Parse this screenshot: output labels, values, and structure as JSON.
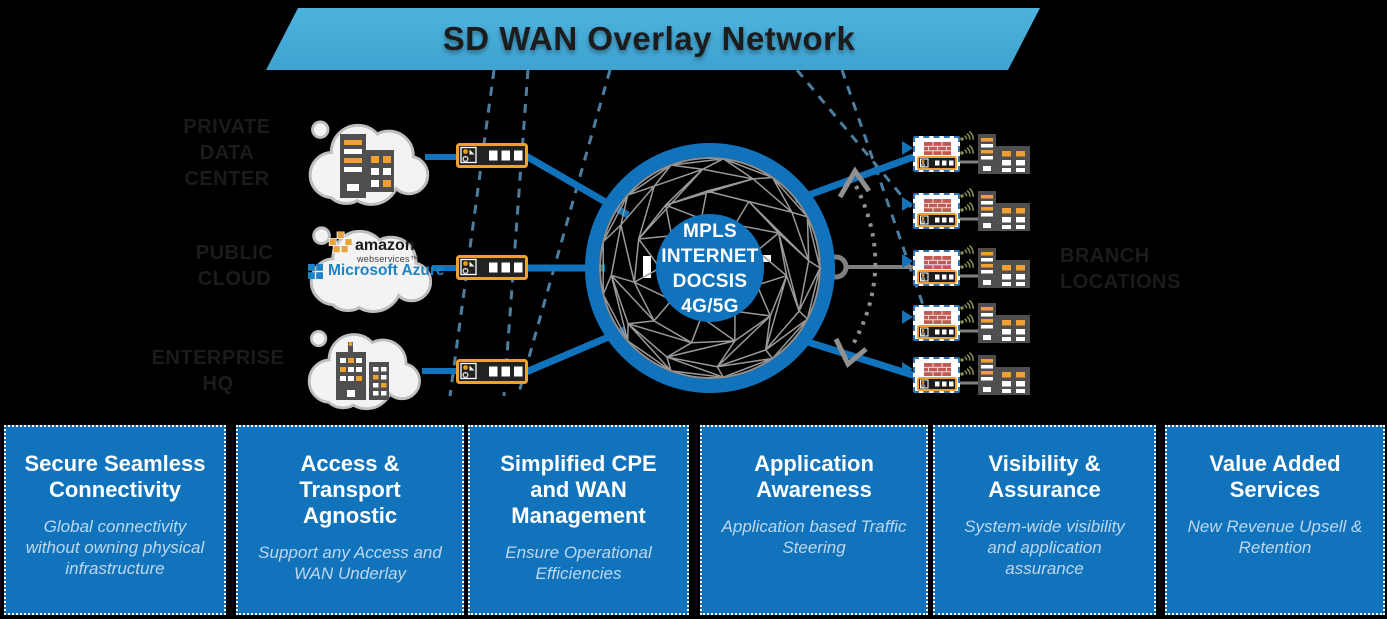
{
  "banner": {
    "title": "SD WAN Overlay Network"
  },
  "globe": {
    "core_services": [
      "MPLS",
      "INTERNET",
      "DOCSIS",
      "4G/5G"
    ]
  },
  "site_labels": {
    "private_data_center": {
      "line1": "PRIVATE",
      "line2": "DATA",
      "line3": "CENTER"
    },
    "public_cloud": {
      "line1": "PUBLIC",
      "line2": "CLOUD"
    },
    "enterprise_hq": {
      "line1": "ENTERPRISE",
      "line2": "HQ"
    },
    "branch_locations": {
      "line1": "BRANCH",
      "line2": "LOCATIONS"
    }
  },
  "public_cloud_logos": {
    "amazon": "amazon",
    "amazon_sub": "webservices™",
    "azure": "Microsoft Azure"
  },
  "features": [
    {
      "title": "Secure Seamless Connectivity",
      "subtitle": "Global connectivity without owning physical infrastructure"
    },
    {
      "title": "Access & Transport Agnostic",
      "subtitle": "Support any Access and WAN Underlay"
    },
    {
      "title": "Simplified CPE and WAN Management",
      "subtitle": "Ensure Operational Efficiencies"
    },
    {
      "title": "Application Awareness",
      "subtitle": "Application based Traffic Steering"
    },
    {
      "title": "Visibility & Assurance",
      "subtitle": "System-wide visibility and application assurance"
    },
    {
      "title": "Value Added Services",
      "subtitle": "New Revenue Upsell & Retention"
    }
  ],
  "colors": {
    "accent_blue": "#1173bc",
    "banner_blue": "#45a9d6",
    "orange": "#f0a032",
    "subtitle_blue": "#bdd7ee",
    "slate_dash": "#4d7ea0",
    "olive": "#8c8e55",
    "brick_red": "#c05b56",
    "cloud_fill": "#f3f3f3",
    "building_gray": "#4f4f4f",
    "gray": "#8c8c8c"
  },
  "icons": {
    "cloud": "cloud-shape",
    "cpe": "cpe-device",
    "firewall": "brick-wall",
    "wifi": "wifi-antenna",
    "building": "office-building",
    "globe": "network-globe",
    "arrows": "path-selection-arrows"
  }
}
